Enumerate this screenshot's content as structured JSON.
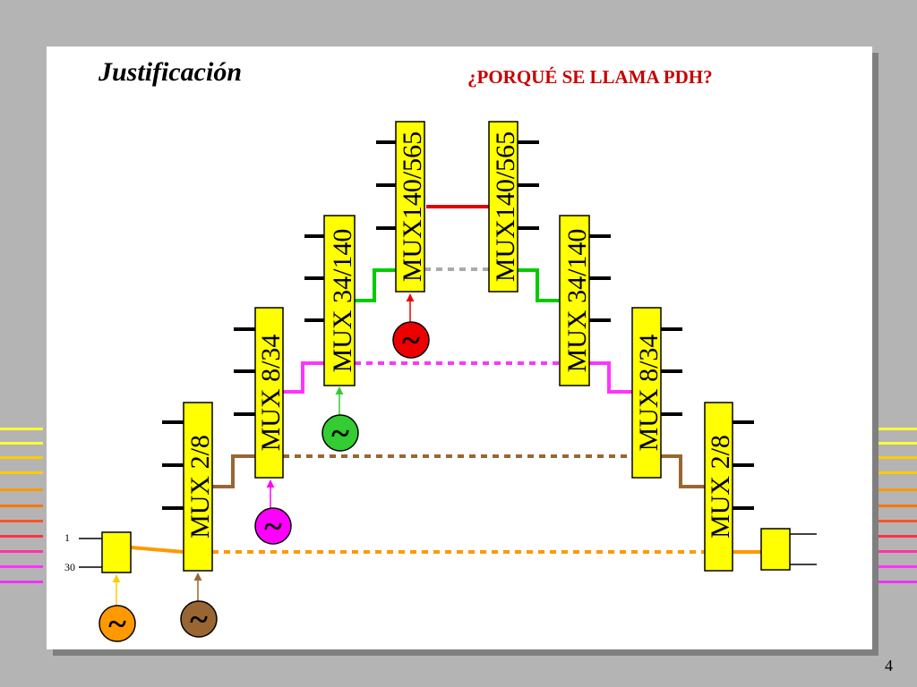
{
  "slide": {
    "title": "Justificación",
    "question": "¿PORQUÉ SE LLAMA PDH?",
    "page_number": "4"
  },
  "diagram": {
    "left_stack": [
      {
        "id": "l-mux-2-8",
        "label": "MUX 2/8"
      },
      {
        "id": "l-mux-8-34",
        "label": "MUX 8/34"
      },
      {
        "id": "l-mux-34-140",
        "label": "MUX 34/140"
      },
      {
        "id": "l-mux-140-565",
        "label": "MUX140/565"
      }
    ],
    "right_stack": [
      {
        "id": "r-mux-140-565",
        "label": "MUX140/565"
      },
      {
        "id": "r-mux-34-140",
        "label": "MUX 34/140"
      },
      {
        "id": "r-mux-8-34",
        "label": "MUX 8/34"
      },
      {
        "id": "r-mux-2-8",
        "label": "MUX 2/8"
      }
    ],
    "input_labels": [
      "1",
      "30"
    ],
    "clock_symbol": "~",
    "colors": {
      "mux_fill": "#ffff00",
      "link_565": "#e00000",
      "link_140": "#aaaaaa",
      "link_34": "#ff33ff",
      "link_8": "#996633",
      "link_2": "#ff9900",
      "step_140": "#00cc00",
      "clock_red": "#ee0000",
      "clock_green": "#33cc33",
      "clock_magenta": "#ff00ff",
      "clock_brown": "#996633",
      "clock_orange": "#ff9900",
      "clock_yellow": "#ffcc00"
    }
  }
}
